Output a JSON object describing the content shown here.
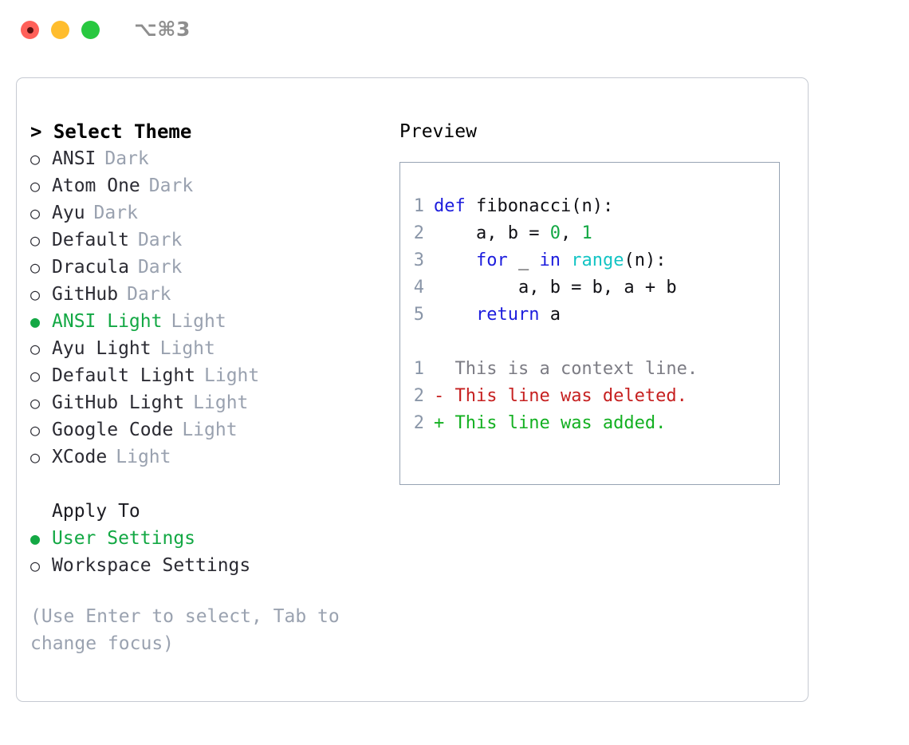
{
  "window": {
    "shortcut_label": "⌥⌘3",
    "traffic_lights": [
      {
        "name": "close",
        "color": "#FF6059"
      },
      {
        "name": "minimize",
        "color": "#FFBD2E"
      },
      {
        "name": "zoom",
        "color": "#28C840"
      }
    ]
  },
  "theme_list": {
    "header": "> Select Theme",
    "selected_marker": "●",
    "unselected_marker": "○",
    "items": [
      {
        "marker": "○",
        "name": "ANSI",
        "suffix": "Dark",
        "selected": false
      },
      {
        "marker": "○",
        "name": "Atom One",
        "suffix": "Dark",
        "selected": false
      },
      {
        "marker": "○",
        "name": "Ayu",
        "suffix": "Dark",
        "selected": false
      },
      {
        "marker": "○",
        "name": "Default",
        "suffix": "Dark",
        "selected": false
      },
      {
        "marker": "○",
        "name": "Dracula",
        "suffix": "Dark",
        "selected": false
      },
      {
        "marker": "○",
        "name": "GitHub",
        "suffix": "Dark",
        "selected": false
      },
      {
        "marker": "●",
        "name": "ANSI Light",
        "suffix": "Light",
        "selected": true
      },
      {
        "marker": "○",
        "name": "Ayu Light",
        "suffix": "Light",
        "selected": false
      },
      {
        "marker": "○",
        "name": "Default Light",
        "suffix": "Light",
        "selected": false
      },
      {
        "marker": "○",
        "name": "GitHub Light",
        "suffix": "Light",
        "selected": false
      },
      {
        "marker": "○",
        "name": "Google Code",
        "suffix": "Light",
        "selected": false
      },
      {
        "marker": "○",
        "name": "XCode",
        "suffix": "Light",
        "selected": false
      }
    ]
  },
  "apply_to": {
    "label": "Apply To",
    "items": [
      {
        "marker": "●",
        "name": "User Settings",
        "selected": true
      },
      {
        "marker": "○",
        "name": "Workspace Settings",
        "selected": false
      }
    ]
  },
  "help_text": "(Use Enter to select, Tab to change focus)",
  "preview": {
    "header": "Preview",
    "code_lines": [
      {
        "ln": "1",
        "tokens": [
          {
            "t": "def",
            "c": "tok-kw"
          },
          {
            "t": " ",
            "c": "tok-op"
          },
          {
            "t": "fibonacci(n):",
            "c": "tok-id"
          }
        ]
      },
      {
        "ln": "2",
        "tokens": [
          {
            "t": "    a, b = ",
            "c": "tok-id"
          },
          {
            "t": "0",
            "c": "tok-num"
          },
          {
            "t": ", ",
            "c": "tok-id"
          },
          {
            "t": "1",
            "c": "tok-num"
          }
        ]
      },
      {
        "ln": "3",
        "tokens": [
          {
            "t": "    ",
            "c": "tok-id"
          },
          {
            "t": "for",
            "c": "tok-kw"
          },
          {
            "t": " _ ",
            "c": "tok-id"
          },
          {
            "t": "in",
            "c": "tok-kw"
          },
          {
            "t": " ",
            "c": "tok-id"
          },
          {
            "t": "range",
            "c": "tok-fn"
          },
          {
            "t": "(n):",
            "c": "tok-id"
          }
        ]
      },
      {
        "ln": "4",
        "tokens": [
          {
            "t": "        a, b = b, a + b",
            "c": "tok-id"
          }
        ]
      },
      {
        "ln": "5",
        "tokens": [
          {
            "t": "    ",
            "c": "tok-id"
          },
          {
            "t": "return",
            "c": "tok-kw"
          },
          {
            "t": " a",
            "c": "tok-id"
          }
        ]
      }
    ],
    "diff_lines": [
      {
        "ln": "1",
        "marker": " ",
        "text": "This is a context line.",
        "kind": "diff-ctx"
      },
      {
        "ln": "2",
        "marker": "-",
        "text": "This line was deleted.",
        "kind": "diff-del"
      },
      {
        "ln": "2",
        "marker": "+",
        "text": "This line was added.",
        "kind": "diff-add"
      }
    ]
  },
  "colors": {
    "accent_green": "#13A844",
    "muted_gray": "#99a1af",
    "keyword_blue": "#1d1ddd",
    "builtin_cyan": "#13c4c4",
    "diff_add": "#13B021",
    "diff_del": "#C62020",
    "panel_border": "#c6cad2",
    "code_border": "#97a3b4"
  }
}
